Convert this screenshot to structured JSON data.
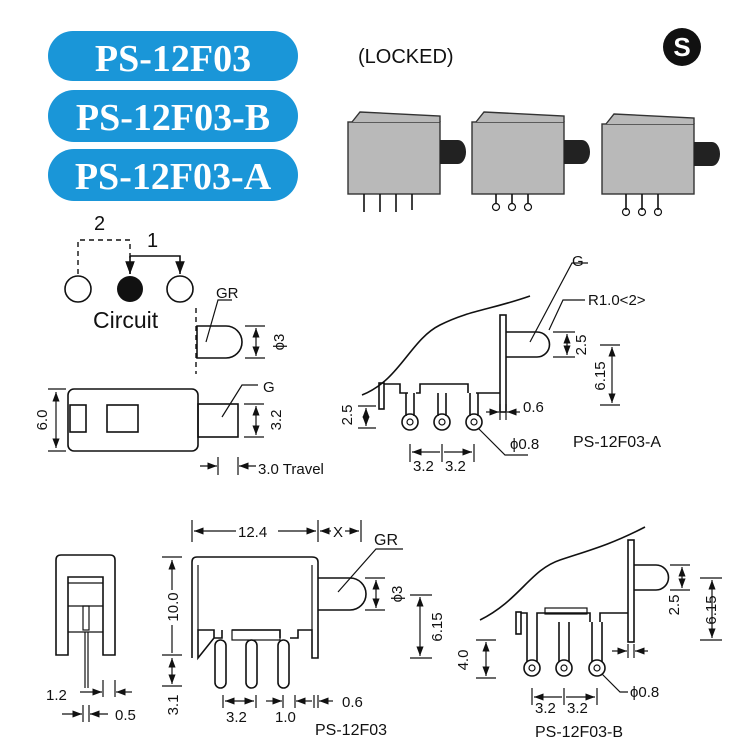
{
  "header": {
    "models": [
      "PS-12F03",
      "PS-12F03-B",
      "PS-12F03-A"
    ],
    "locked_label": "(LOCKED)",
    "logo_letter": "S",
    "badge_color": "#1a96d8"
  },
  "circuit": {
    "label": "Circuit",
    "pos1": "1",
    "pos2": "2"
  },
  "top_view": {
    "gr": "GR",
    "g": "G",
    "dia3": "ϕ3",
    "width": "6.0",
    "act_width": "3.2",
    "travel": "3.0 Travel"
  },
  "view_a": {
    "g": "G",
    "radius": "R1.0<2>",
    "act_h": "2.5",
    "height": "6.15",
    "tab": "2.5",
    "gap": "0.6",
    "pin_dia": "ϕ0.8",
    "pitch1": "3.2",
    "pitch2": "3.2",
    "caption": "PS-12F03-A"
  },
  "front_view": {
    "pin_off": "1.2",
    "pin_w": "0.5"
  },
  "side_view": {
    "length": "12.4",
    "x": "X",
    "gr": "GR",
    "height": "10.0",
    "pin_len": "3.1",
    "dia3": "ϕ3",
    "act_h": "6.15",
    "pitch": "3.2",
    "pin_gap": "1.0",
    "edge": "0.6",
    "caption": "PS-12F03"
  },
  "view_b": {
    "tab": "4.0",
    "act_h": "2.5",
    "height": "6.15",
    "pin_dia": "ϕ0.8",
    "pitch1": "3.2",
    "pitch2": "3.2",
    "caption": "PS-12F03-B"
  }
}
